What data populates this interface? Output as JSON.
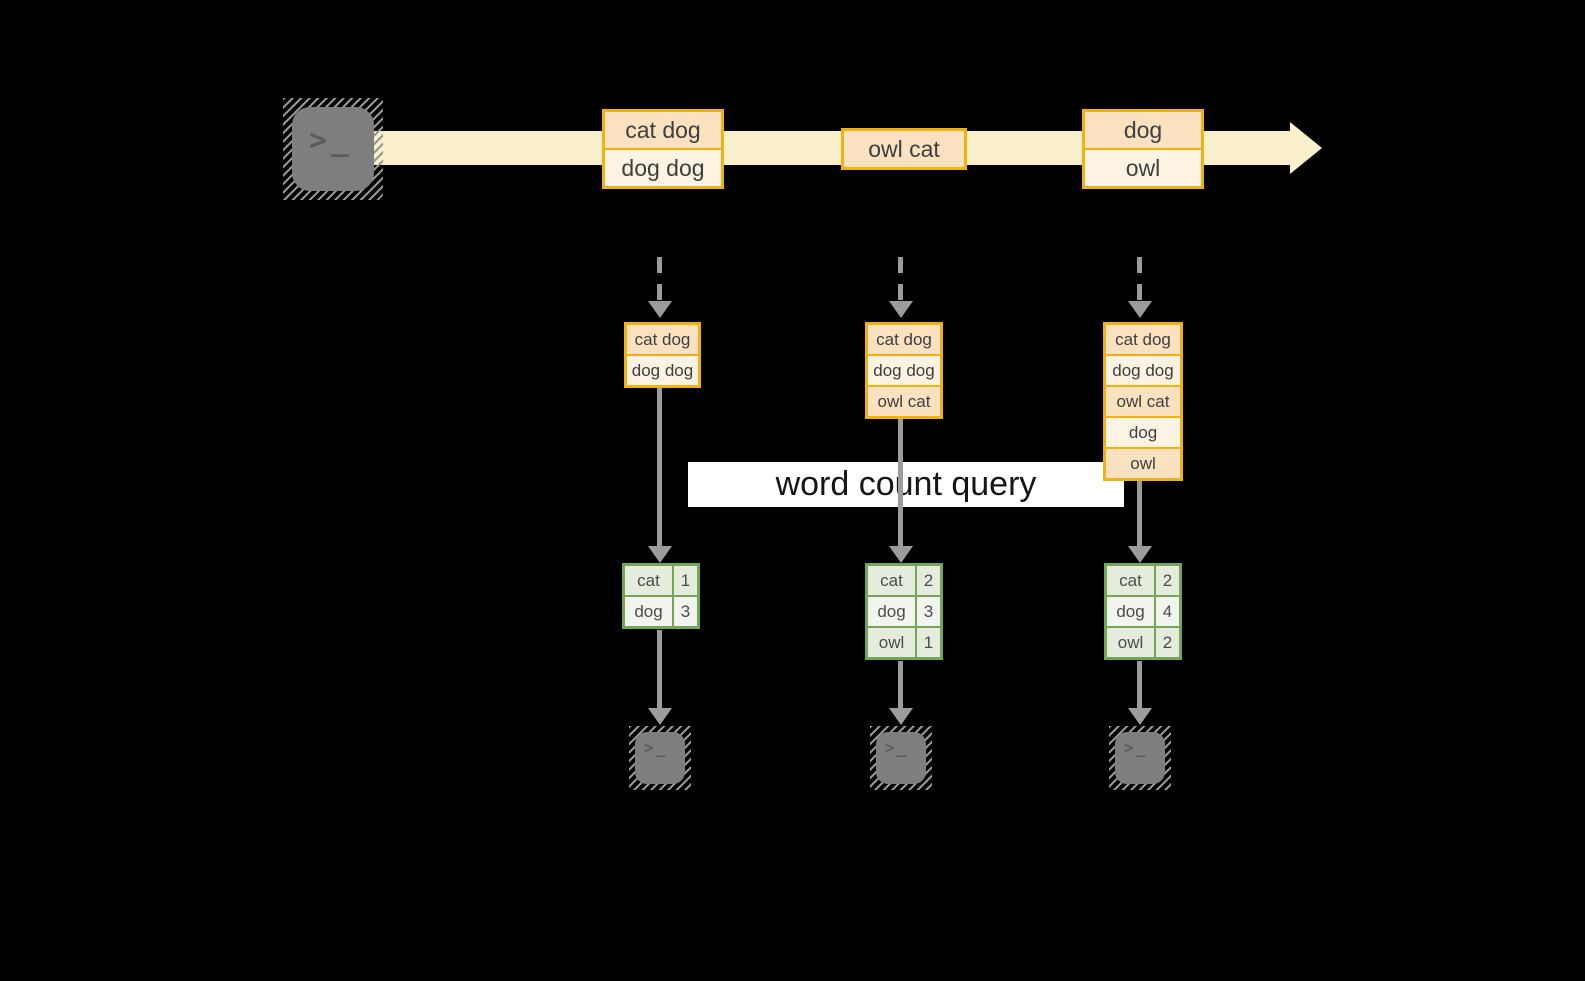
{
  "icons": {
    "terminal_glyph": ">_"
  },
  "timeline": {
    "events": [
      {
        "lines": [
          "cat dog",
          "dog dog"
        ]
      },
      {
        "lines": [
          "owl cat"
        ]
      },
      {
        "lines": [
          "dog",
          "owl"
        ]
      }
    ]
  },
  "query": {
    "label": "word count query"
  },
  "columns": [
    {
      "state": [
        "cat dog",
        "dog dog"
      ],
      "counts": [
        {
          "word": "cat",
          "count": "1"
        },
        {
          "word": "dog",
          "count": "3"
        }
      ]
    },
    {
      "state": [
        "cat dog",
        "dog dog",
        "owl cat"
      ],
      "counts": [
        {
          "word": "cat",
          "count": "2"
        },
        {
          "word": "dog",
          "count": "3"
        },
        {
          "word": "owl",
          "count": "1"
        }
      ]
    },
    {
      "state": [
        "cat dog",
        "dog dog",
        "owl cat",
        "dog",
        "owl"
      ],
      "counts": [
        {
          "word": "cat",
          "count": "2"
        },
        {
          "word": "dog",
          "count": "4"
        },
        {
          "word": "owl",
          "count": "2"
        }
      ]
    }
  ],
  "colors": {
    "background": "#000000",
    "orange": "#F1B211",
    "peach_dark": "#FAE2C1",
    "peach_light": "#FDF3E3",
    "cream_band": "#FAF0CB",
    "green": "#74A755",
    "green_row_dark": "#E5EBDD",
    "green_row_light": "#F2F5EE",
    "arrow_gray": "#9C9C9C",
    "icon_gray": "#7E7E7E",
    "icon_glyph": "#5C5C5C",
    "text_dark": "#3E3E3E",
    "query_bg": "#FFFFFF",
    "query_text": "#161616"
  }
}
